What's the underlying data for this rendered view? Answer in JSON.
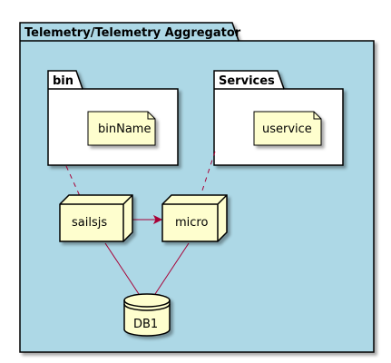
{
  "diagram": {
    "package_title": "Telemetry/Telemetry Aggregator",
    "bin": {
      "title": "bin",
      "note": "binName"
    },
    "services": {
      "title": "Services",
      "note": "uservice"
    },
    "nodes": {
      "sailsjs": "sailsjs",
      "micro": "micro"
    },
    "database": "DB1",
    "colors": {
      "package_fill": "#ADD8E6",
      "element_fill": "#FEFECE",
      "stroke": "#000000",
      "link": "#A80036"
    }
  }
}
